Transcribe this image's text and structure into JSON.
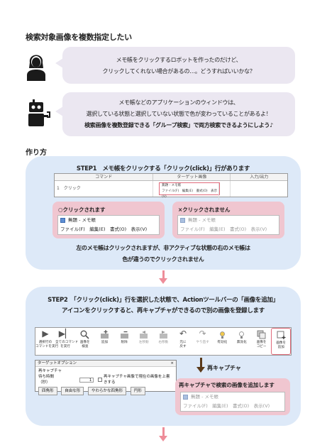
{
  "title": "検索対象画像を複数指定したい",
  "bubble1": {
    "line1": "メモ帳をクリックするロボットを作ったのだけど、",
    "line2": "クリックしてくれない場合があるの…。どうすればいいかな？"
  },
  "bubble2": {
    "line1": "メモ帳などのアプリケーションのウィンドウは、",
    "line2": "選択している状態と選択していない状態で色が変わっていることがあるよ！",
    "line3": "検索画像を複数登録できる「グループ検索」で両方検索できるようにしよう♪"
  },
  "howto": "作り方",
  "step1": {
    "title": "STEP1　メモ帳をクリックする「クリック(click)」行があります",
    "table": {
      "headers": [
        "コマンド",
        "ターゲット画像",
        "入力/出力"
      ],
      "row_num": "1",
      "row_cmd": "クリック",
      "thumb_title": "無題 - メモ帳",
      "thumb_menu": "ファイル(F)　編集(E)　書式(O)　表示(V)"
    },
    "ok_label": "○クリックされます",
    "ng_label": "×クリックされません",
    "notepad_title": "無題 - メモ帳",
    "notepad_menu": "ファイル(F)　編集(E)　書式(O)　表示(V)",
    "note_line1": "左のメモ帳はクリックされますが、非アクティブな状態の右のメモ帳は",
    "note_line2": "色が違うのでクリックされません"
  },
  "step2": {
    "title_line1": "STEP2　「クリック(click)」行を選択した状態で、Actionツールバーの「画像を追加」",
    "title_line2": "アイコンをクリックすると、再キャプチャができるので別の画像を登録します",
    "toolbar": [
      {
        "label": "選択行の\nコマンドを実行",
        "icon": "play-icon"
      },
      {
        "label": "全てのコマンド\nを実行",
        "icon": "play-all-icon"
      },
      {
        "label": "画像を\n検査",
        "icon": "magnifier-icon"
      },
      {
        "label": "追加",
        "icon": "add-icon"
      },
      {
        "label": "削除",
        "icon": "delete-icon"
      },
      {
        "label": "左移動",
        "icon": "move-left-icon"
      },
      {
        "label": "右移動",
        "icon": "move-right-icon"
      },
      {
        "label": "元に\n戻す",
        "icon": "undo-icon"
      },
      {
        "label": "やり直す",
        "icon": "redo-icon"
      },
      {
        "label": "有効化",
        "icon": "enable-icon"
      },
      {
        "label": "無効化",
        "icon": "disable-icon"
      },
      {
        "label": "画像を\nコピー",
        "icon": "copy-image-icon"
      },
      {
        "label": "画像を\n追加",
        "icon": "add-image-icon"
      }
    ],
    "dialog": {
      "title": "ターゲットオプション",
      "close": "×",
      "line1": "再キャプチャ",
      "wait_label": "待ち時間（秒）",
      "wait_value": "1",
      "checkbox_label": "再キャプチャ画像で現在の画像を上書きする",
      "buttons": [
        "四角形",
        "自由な形",
        "やわらかな四角形",
        "円形"
      ]
    },
    "recapture_label": "再キャプチャ",
    "added_label": "再キャプチャで検索の画像を追加します",
    "notepad_title": "無題 - メモ帳",
    "notepad_menu": "ファイル(F)　編集(E)　書式(O)　表示(V)"
  }
}
